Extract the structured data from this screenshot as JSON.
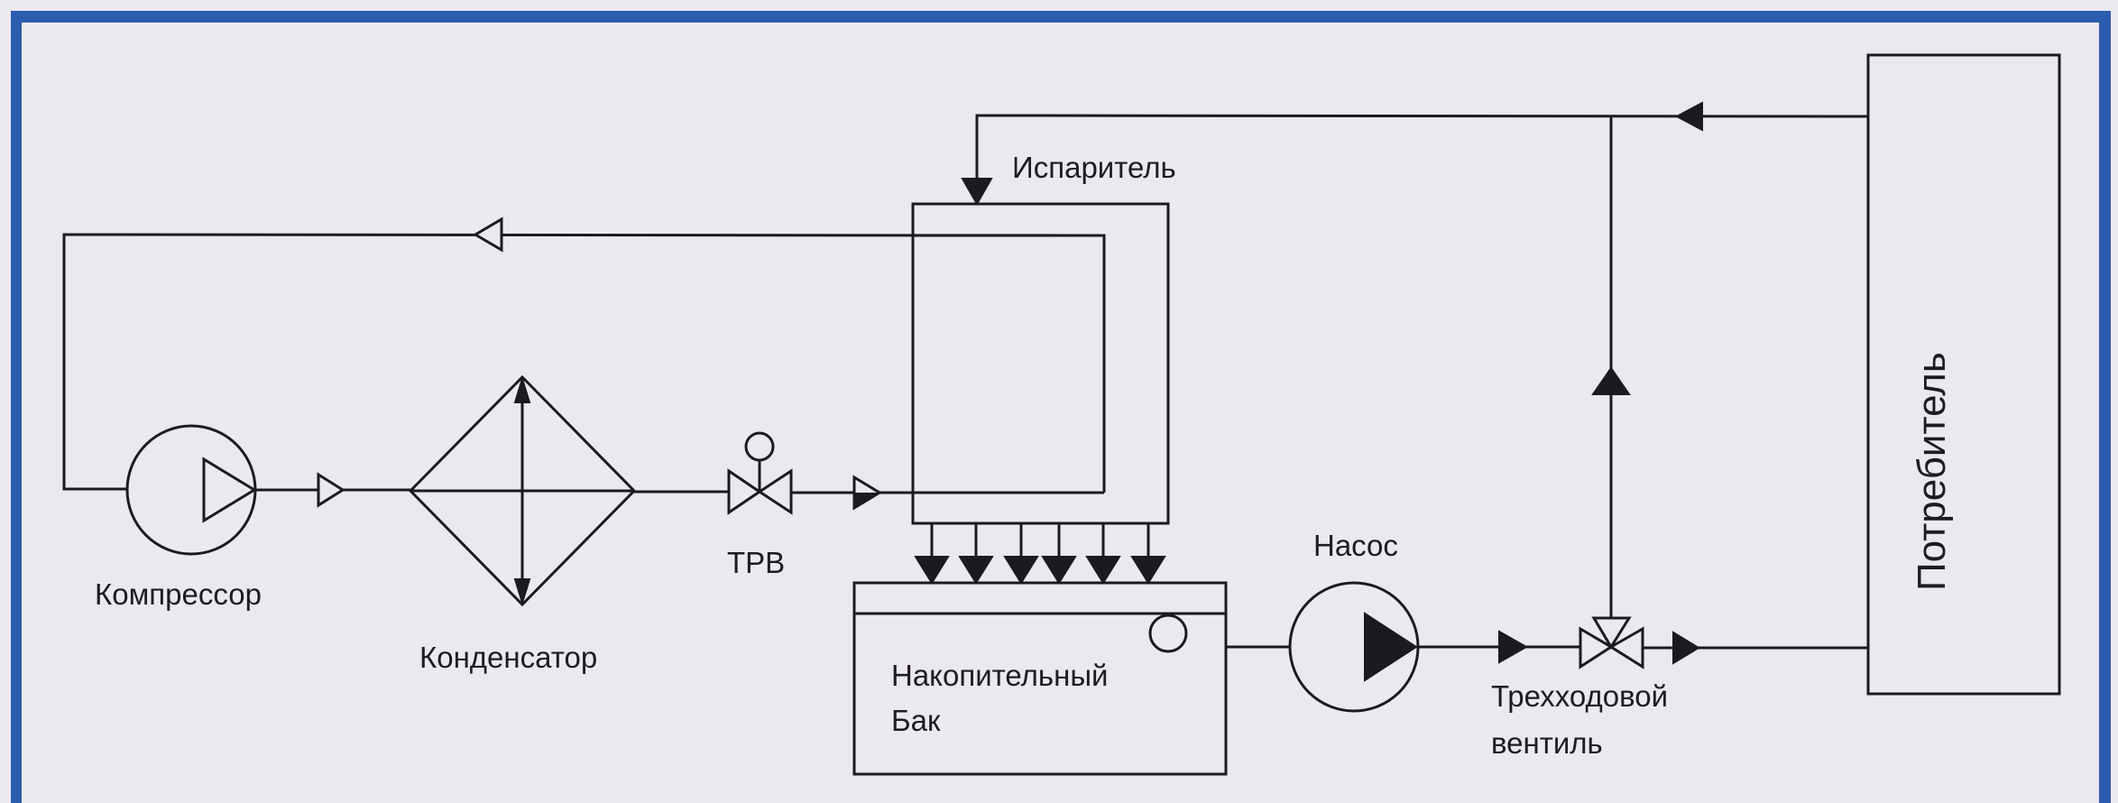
{
  "diagram": {
    "type": "refrigeration-chiller-schematic",
    "colors": {
      "frame": "#2c5cae",
      "line": "#1c1a1e",
      "background": "#ece8f0"
    },
    "labels": {
      "compressor": "Компрессор",
      "condenser": "Конденсатор",
      "expansion_valve": "ТРВ",
      "evaporator": "Испаритель",
      "tank_line1": "Накопительный",
      "tank_line2": "Бак",
      "pump": "Насос",
      "three_way_valve_line1": "Трехходовой",
      "three_way_valve_line2": "вентиль",
      "consumer": "Потребитель"
    }
  }
}
